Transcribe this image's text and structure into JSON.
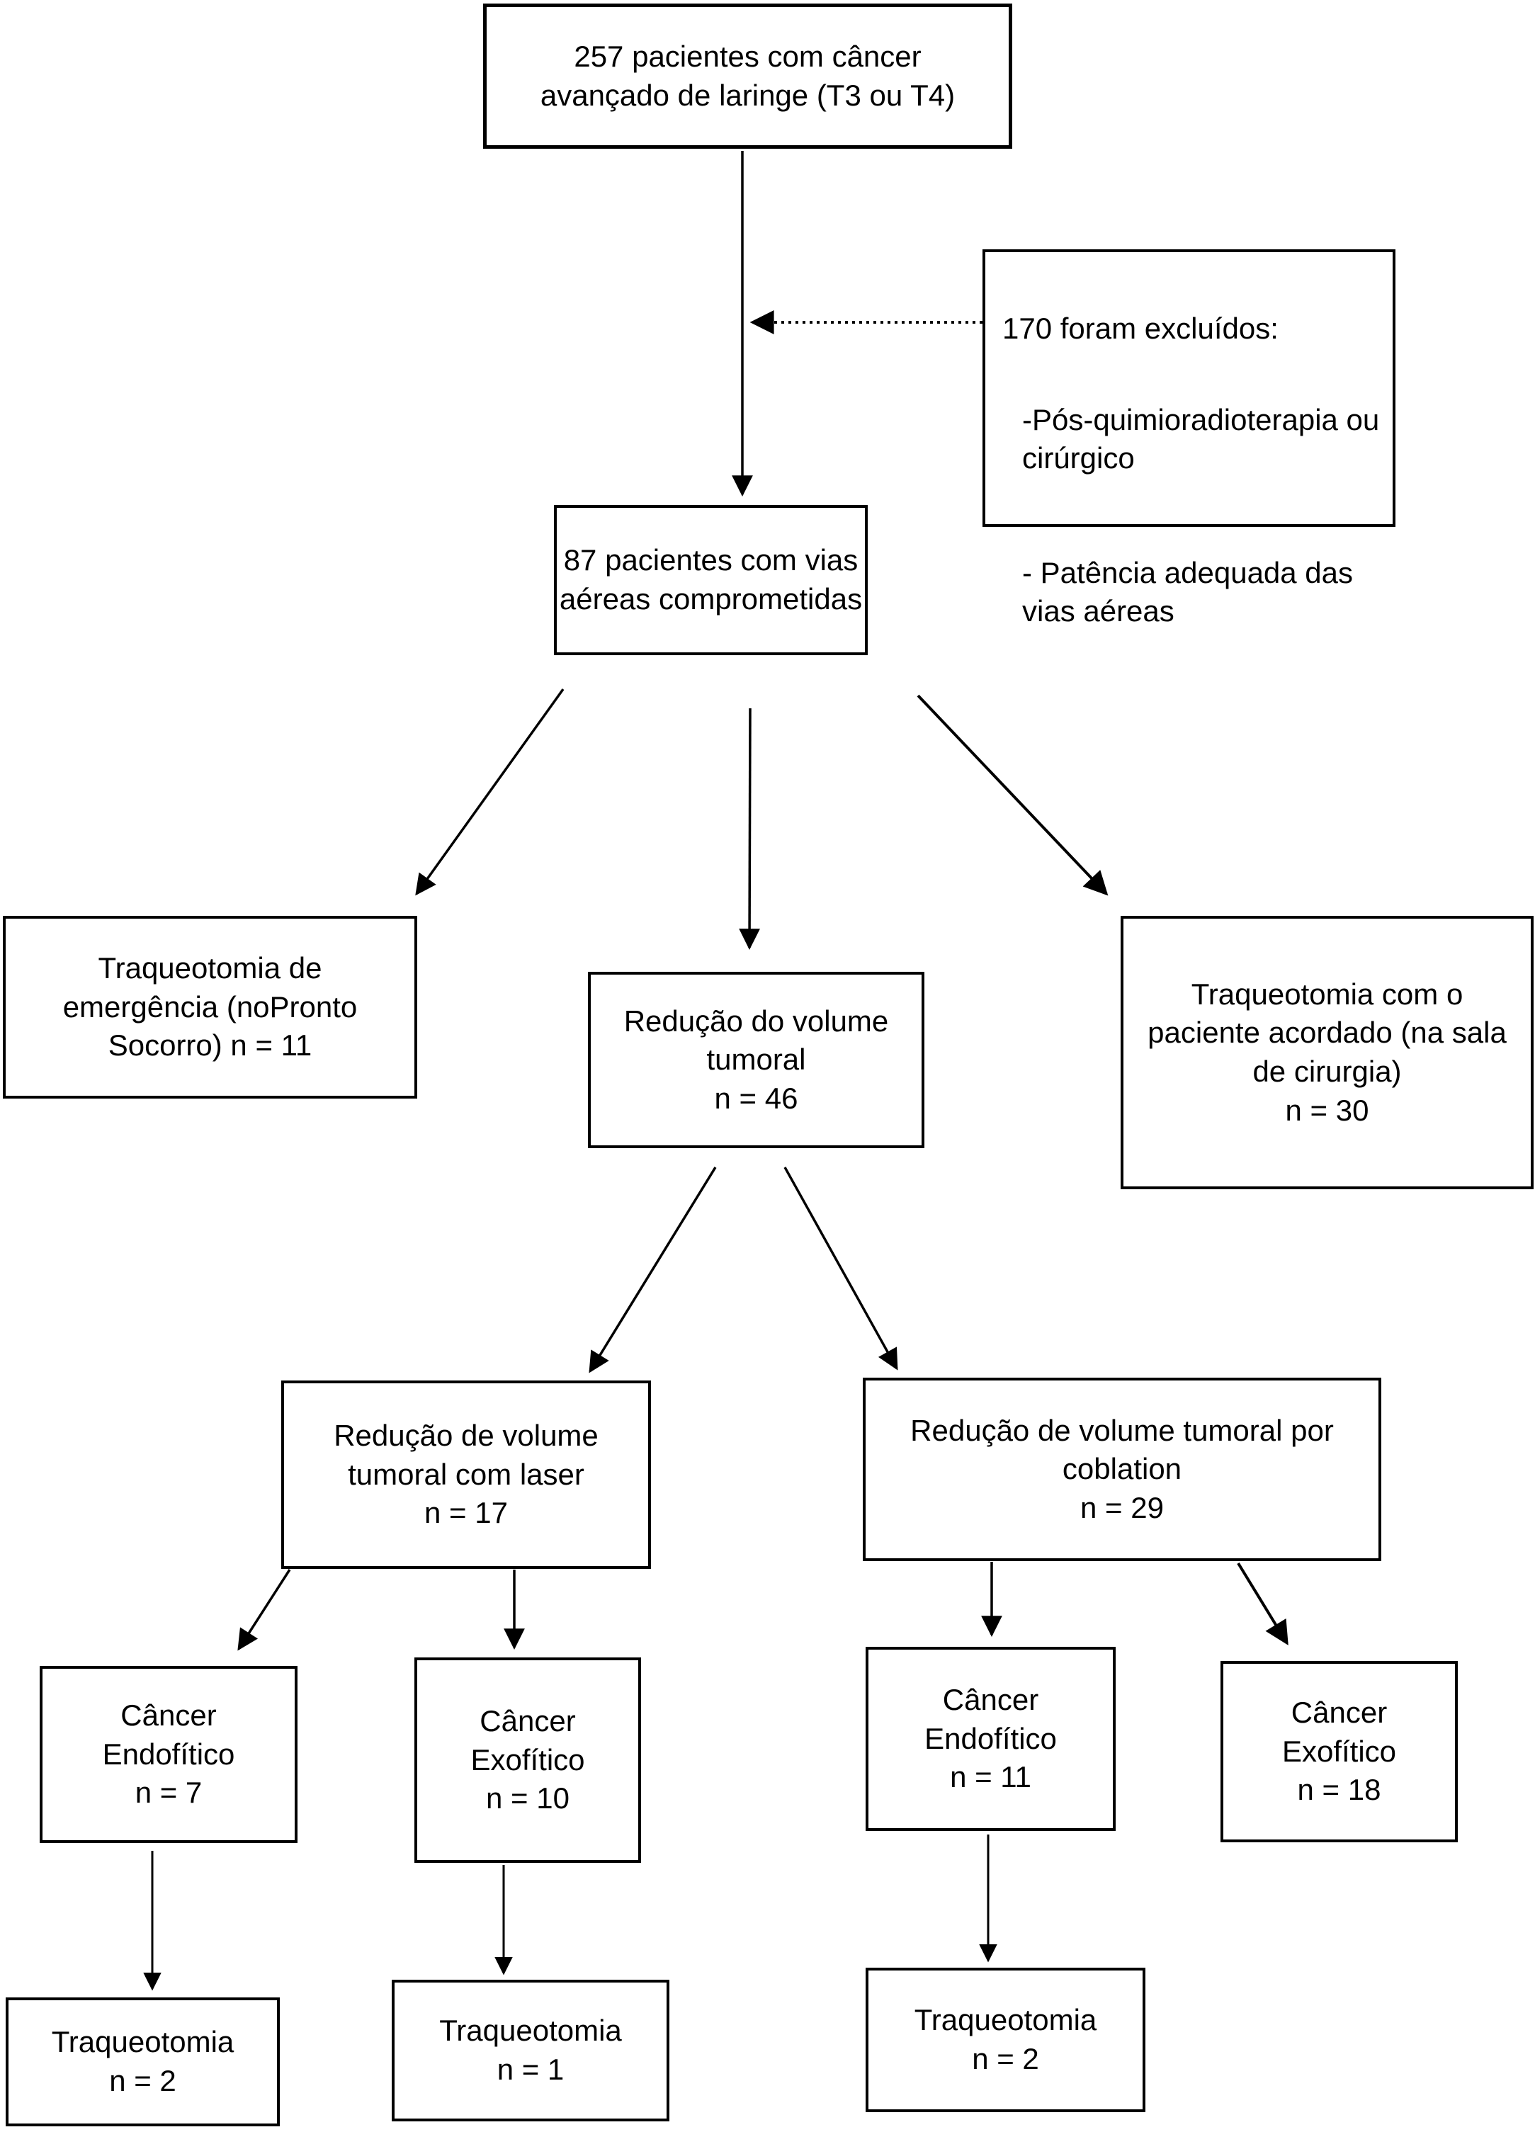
{
  "figure": {
    "background_color": "#ffffff",
    "line_color": "#000000",
    "nodes": {
      "total": {
        "text": "257 pacientes com câncer\navançado de laringe (T3 ou T4)"
      },
      "excluded": {
        "title": "170 foram excluídos:",
        "items": [
          "-Pós-quimioradioterapia ou\ncirúrgico",
          "- Patência adequada das\nvias aéreas"
        ]
      },
      "airway": {
        "text": "87 pacientes com vias\naéreas comprometidas"
      },
      "emergency": {
        "text": "Traqueotomia de\nemergência (noPronto\nSocorro) n = 11"
      },
      "reduction": {
        "text": "Redução do volume\ntumoral\nn = 46"
      },
      "awake": {
        "text": "Traqueotomia com o\npaciente acordado (na sala\nde cirurgia)\nn = 30"
      },
      "laser": {
        "text": "Redução de volume\ntumoral com laser\nn = 17"
      },
      "coblation": {
        "text": "Redução de volume tumoral por\ncoblation\nn = 29"
      },
      "laser_endophytic": {
        "text": "Câncer\nEndofítico\nn = 7"
      },
      "laser_exophytic": {
        "text": "Câncer\nExofítico\nn = 10"
      },
      "coblation_endophytic": {
        "text": "Câncer\nEndofítico\nn = 11"
      },
      "coblation_exophytic": {
        "text": "Câncer\nExofítico\nn = 18"
      },
      "laser_endophytic_tracheotomy": {
        "text": "Traqueotomia\nn = 2"
      },
      "laser_exophytic_tracheotomy": {
        "text": "Traqueotomia\nn = 1"
      },
      "coblation_endophytic_tracheotomy": {
        "text": "Traqueotomia\nn = 2"
      }
    }
  }
}
